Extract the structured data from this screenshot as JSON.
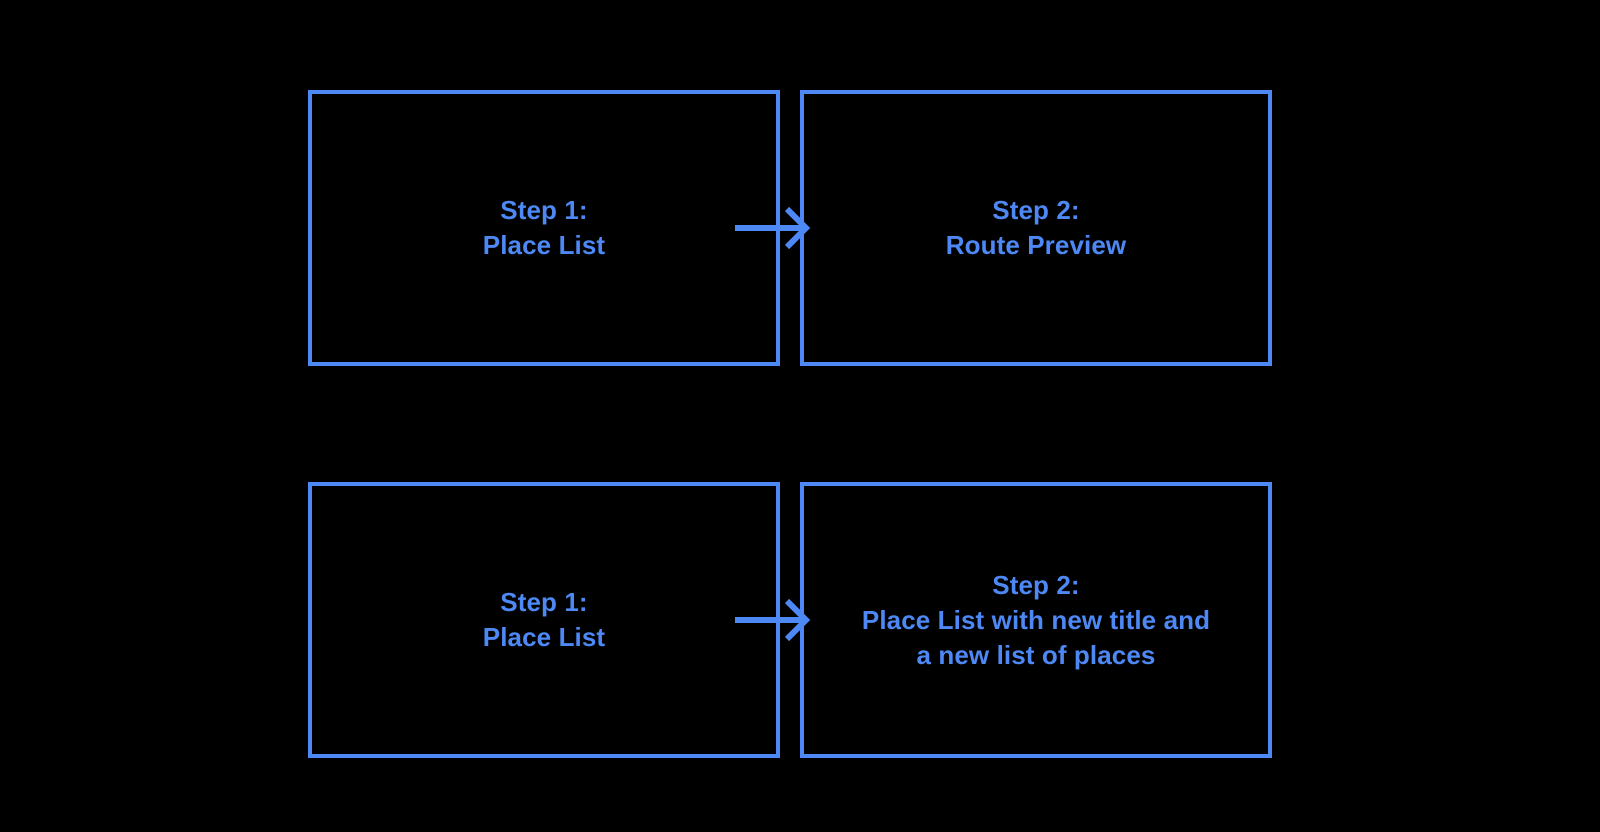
{
  "diagram": {
    "background_color": "#000000",
    "accent_color": "#4d88f5",
    "rows": [
      {
        "id": "flow-route-preview",
        "from": {
          "title": "Step 1:",
          "subtitle": "Place List",
          "text": "Step 1:\nPlace List"
        },
        "connector": {
          "icon": "arrow-right-icon",
          "direction": "right"
        },
        "to": {
          "title": "Step 2:",
          "subtitle": "Route Preview",
          "text": "Step 2:\nRoute Preview"
        }
      },
      {
        "id": "flow-new-place-list",
        "from": {
          "title": "Step 1:",
          "subtitle": "Place List",
          "text": "Step 1:\nPlace List"
        },
        "connector": {
          "icon": "arrow-right-icon",
          "direction": "right"
        },
        "to": {
          "title": "Step 2:",
          "subtitle": "Place List with new title and a new list of places",
          "text": "Step 2:\nPlace List with new title and\na new list of places"
        }
      }
    ]
  }
}
